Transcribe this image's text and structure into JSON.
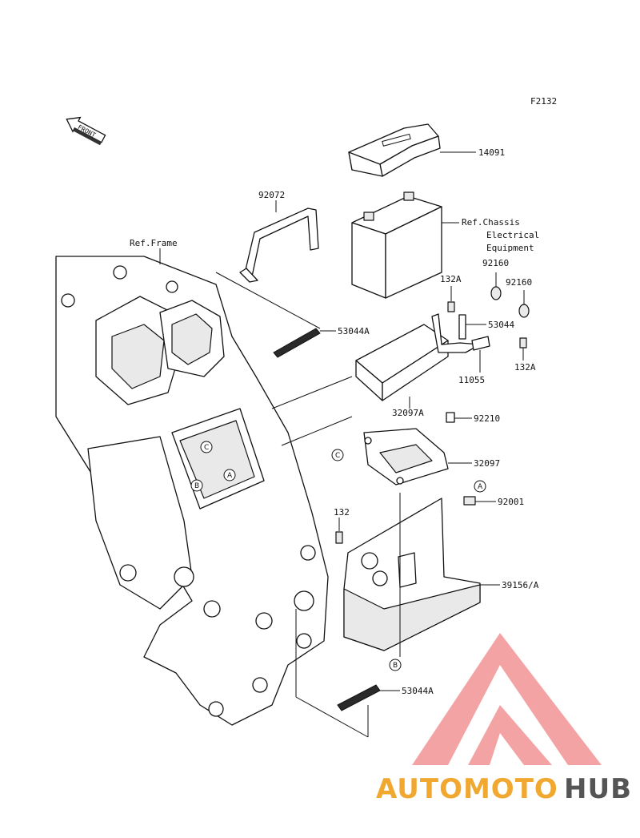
{
  "figure_code": "F2132",
  "front_label": "FRONT",
  "parts": [
    {
      "id": "p14091",
      "label": "14091"
    },
    {
      "id": "p92072",
      "label": "92072"
    },
    {
      "id": "pRefChassis1",
      "label": "Ref.Chassis"
    },
    {
      "id": "pRefChassis2",
      "label": "Electrical"
    },
    {
      "id": "pRefChassis3",
      "label": "Equipment"
    },
    {
      "id": "pRefFrame",
      "label": "Ref.Frame"
    },
    {
      "id": "p92160a",
      "label": "92160"
    },
    {
      "id": "p132Aa",
      "label": "132A"
    },
    {
      "id": "p92160b",
      "label": "92160"
    },
    {
      "id": "p53044Aa",
      "label": "53044A"
    },
    {
      "id": "p53044",
      "label": "53044"
    },
    {
      "id": "p11055",
      "label": "11055"
    },
    {
      "id": "p132Ab",
      "label": "132A"
    },
    {
      "id": "p32097A",
      "label": "32097A"
    },
    {
      "id": "p92210",
      "label": "92210"
    },
    {
      "id": "p32097",
      "label": "32097"
    },
    {
      "id": "p92001",
      "label": "92001"
    },
    {
      "id": "p132",
      "label": "132"
    },
    {
      "id": "p39156",
      "label": "39156/A"
    },
    {
      "id": "p53044Ab",
      "label": "53044A"
    }
  ],
  "callouts": [
    "A",
    "B",
    "C"
  ],
  "watermark": {
    "part1": "AUTOMOTO",
    "part2": "HUB",
    "color1": "#f0a830",
    "color2": "#555555",
    "logo_color": "#f08a8a"
  }
}
